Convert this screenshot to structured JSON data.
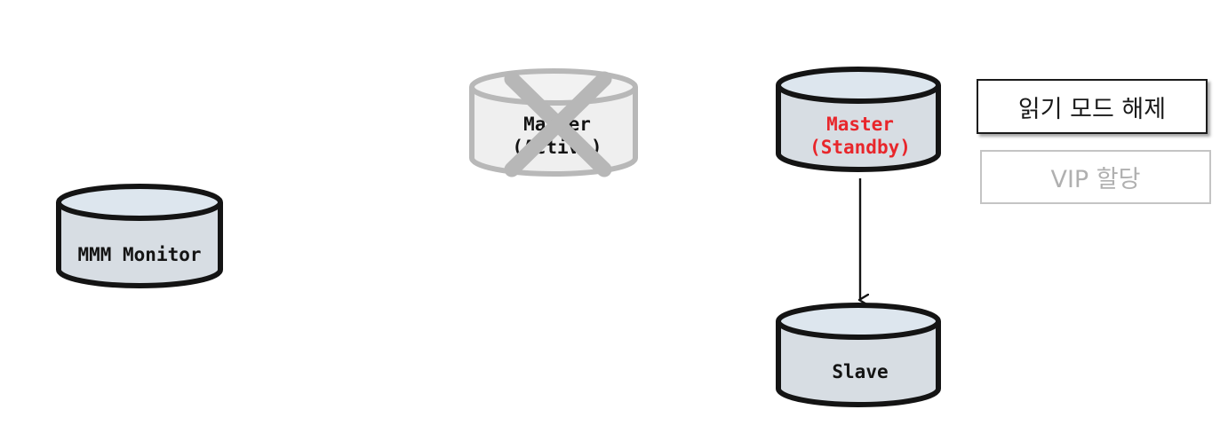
{
  "nodes": {
    "monitor": {
      "label": "MMM Monitor"
    },
    "old_master": {
      "line1": "Master",
      "line2": "(Active)",
      "status": "failed"
    },
    "standby_master": {
      "line1": "Master",
      "line2": "(Standby)"
    },
    "slave": {
      "label": "Slave"
    }
  },
  "actions": {
    "readonly_release": "읽기 모드 해제",
    "vip_assign": "VIP 할당"
  },
  "colors": {
    "db_fill": "#d7dde3",
    "db_top": "#dde6ee",
    "db_stroke": "#141414",
    "failed_stroke": "#b8b8b8",
    "failed_fill": "#efefef",
    "cross": "#b7b7b7",
    "highlight_text": "#e8262b"
  }
}
